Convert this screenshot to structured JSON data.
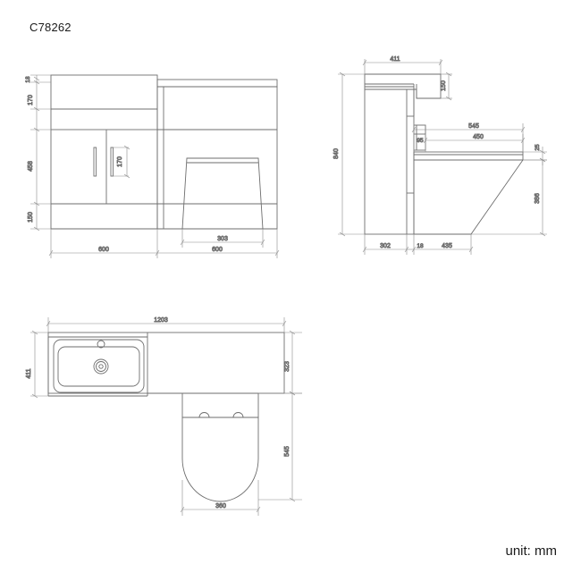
{
  "drawing": {
    "title": "C78262",
    "unit_label": "unit: mm",
    "line_color": "#6e6e6e",
    "dim_color": "#8a8a8a",
    "text_color": "#555555",
    "background": "#ffffff"
  },
  "views": {
    "front": {
      "name": "front-elevation",
      "dimensions": {
        "worktop_thickness": "18",
        "basin_height": "170",
        "cabinet_door_height": "458",
        "plinth_height": "150",
        "handle_length": "170",
        "cabinet_width": "600",
        "toilet_section_width": "600",
        "toilet_pan_width": "303"
      }
    },
    "side": {
      "name": "side-elevation",
      "dimensions": {
        "top_depth": "411",
        "basin_drop": "150",
        "total_height": "840",
        "cistern_projection": "545",
        "seat_length": "450",
        "ledge_offset": "95",
        "seat_thickness": "25",
        "pan_height": "386",
        "cabinet_depth": "302",
        "panel_thickness": "18",
        "pan_depth": "435"
      }
    },
    "plan": {
      "name": "plan-view",
      "dimensions": {
        "overall_width": "1203",
        "basin_depth": "411",
        "unit_depth": "323",
        "toilet_depth": "545",
        "seat_width": "360"
      }
    }
  }
}
